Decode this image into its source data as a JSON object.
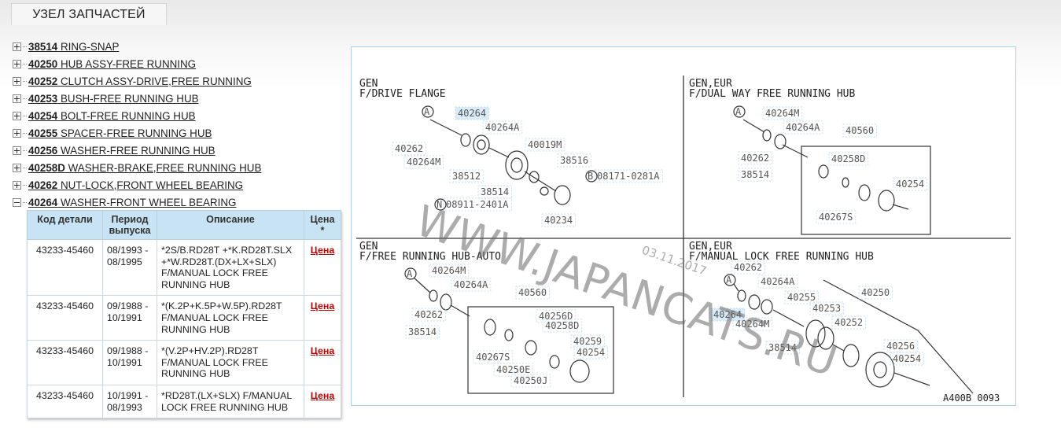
{
  "tab": {
    "title": "УЗЕЛ ЗАПЧАСТЕЙ"
  },
  "tree": [
    {
      "code": "38514",
      "name": " RING-SNAP",
      "expanded": false
    },
    {
      "code": "40250",
      "name": " HUB ASSY-FREE RUNNING",
      "expanded": false
    },
    {
      "code": "40252",
      "name": " CLUTCH ASSY-DRIVE,FREE RUNNING",
      "expanded": false
    },
    {
      "code": "40253",
      "name": " BUSH-FREE RUNNING HUB",
      "expanded": false
    },
    {
      "code": "40254",
      "name": " BOLT-FREE RUNNING HUB",
      "expanded": false
    },
    {
      "code": "40255",
      "name": " SPACER-FREE RUNNING HUB",
      "expanded": false
    },
    {
      "code": "40256",
      "name": " WASHER-FREE RUNNING HUB",
      "expanded": false
    },
    {
      "code": "40258D",
      "name": " WASHER-BRAKE,FREE RUNNING HUB",
      "expanded": false
    },
    {
      "code": "40262",
      "name": " NUT-LOCK,FRONT WHEEL BEARING",
      "expanded": false
    },
    {
      "code": "40264",
      "name": " WASHER-FRONT WHEEL BEARING",
      "expanded": true
    }
  ],
  "table": {
    "headers": {
      "code": "Код детали",
      "period": "Период выпуска",
      "desc": "Описание",
      "price": "Цена *"
    },
    "rows": [
      {
        "code": "43233-45460",
        "period": "08/1993 - 08/1995",
        "desc": "*2S/B.RD28T +*K.RD28T.SLX +*W.RD28T.(DX+LX+SLX) F/MANUAL LOCK FREE RUNNING HUB",
        "price": "Цена"
      },
      {
        "code": "43233-45460",
        "period": "09/1988 - 10/1991",
        "desc": "*(K.2P+K.5P+W.5P).RD28T F/MANUAL LOCK FREE RUNNING HUB",
        "price": "Цена"
      },
      {
        "code": "43233-45460",
        "period": "09/1988 - 10/1991",
        "desc": "*(V.2P+HV.2P).RD28T F/MANUAL LOCK FREE RUNNING HUB",
        "price": "Цена"
      },
      {
        "code": "43233-45460",
        "period": "10/1991 - 08/1993",
        "desc": "*RD28T.(LX+SLX) F/MANUAL LOCK FREE RUNNING HUB",
        "price": "Цена"
      }
    ]
  },
  "diagram": {
    "watermark": "WWW.JAPANCATS.RU",
    "date": "03.11.2017",
    "ref": "A400B 0093",
    "q1": {
      "title1": "GEN",
      "title2": "F/DRIVE FLANGE",
      "labels": [
        "A",
        "40264",
        "40264A",
        "40262",
        "40264M",
        "40019M",
        "38516",
        "38512",
        "B",
        "08171-0281A",
        "38514",
        "N",
        "08911-2401A",
        "40234"
      ]
    },
    "q2": {
      "title1": "GEN,EUR",
      "title2": "F/DUAL WAY FREE RUNNING HUB",
      "labels": [
        "A",
        "40264M",
        "40264A",
        "40560",
        "40262",
        "40258D",
        "38514",
        "40254",
        "40267S"
      ]
    },
    "q3": {
      "title1": "GEN",
      "title2": "F/FREE RUNNING HUB-AUTO",
      "labels": [
        "A",
        "40264M",
        "40264A",
        "40560",
        "40262",
        "40256D",
        "40258D",
        "38514",
        "40259",
        "40254",
        "40267S",
        "40250E",
        "40250J"
      ]
    },
    "q4": {
      "title1": "GEN,EUR",
      "title2": "F/MANUAL LOCK FREE RUNNING HUB",
      "labels": [
        "40262",
        "A",
        "40264A",
        "40255",
        "40250",
        "40264",
        "40264M",
        "40253",
        "40252",
        "38514",
        "40256",
        "40254"
      ]
    }
  }
}
